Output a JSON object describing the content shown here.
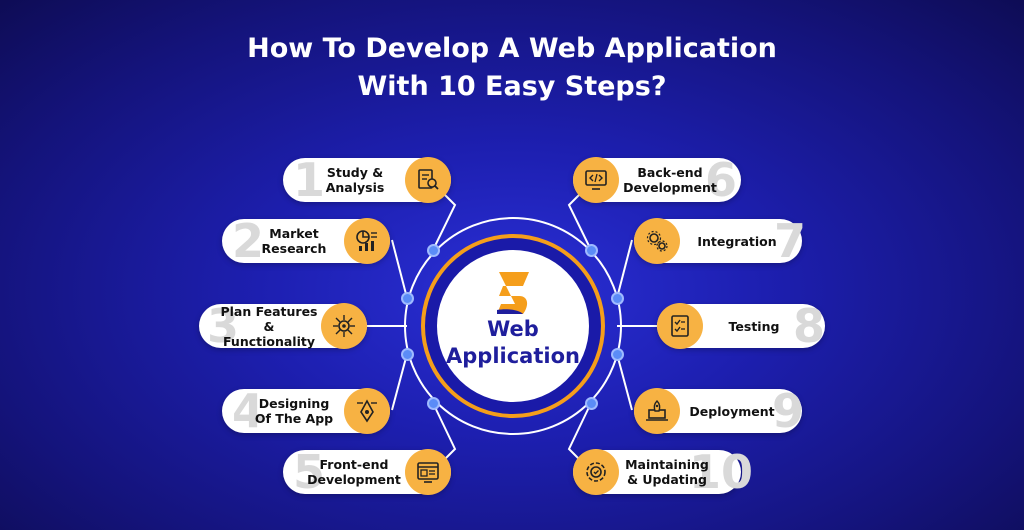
{
  "title": {
    "line1": "How To Develop A Web Application",
    "line2": "With 10 Easy Steps?"
  },
  "hub": {
    "line1": "Web",
    "line2": "Application"
  },
  "colors": {
    "accent": "#f7b243",
    "ring": "#f59e1b",
    "hub_text": "#1f1e9c",
    "background": "#1d1fb0"
  },
  "steps": [
    {
      "num": "1",
      "label": "Study &\nAnalysis",
      "icon": "document-search-icon"
    },
    {
      "num": "2",
      "label": "Market\nResearch",
      "icon": "chart-report-icon"
    },
    {
      "num": "3",
      "label": "Plan Features\n& Functionality",
      "icon": "gear-network-icon"
    },
    {
      "num": "4",
      "label": "Designing\nOf The App",
      "icon": "pen-tool-icon"
    },
    {
      "num": "5",
      "label": "Front-end\nDevelopment",
      "icon": "browser-window-icon"
    },
    {
      "num": "6",
      "label": "Back-end\nDevelopment",
      "icon": "code-monitor-icon"
    },
    {
      "num": "7",
      "label": "Integration",
      "icon": "gears-icon"
    },
    {
      "num": "8",
      "label": "Testing",
      "icon": "checklist-icon"
    },
    {
      "num": "9",
      "label": "Deployment",
      "icon": "rocket-laptop-icon"
    },
    {
      "num": "10",
      "label": "Maintaining\n& Updating",
      "icon": "gear-refresh-icon"
    }
  ]
}
